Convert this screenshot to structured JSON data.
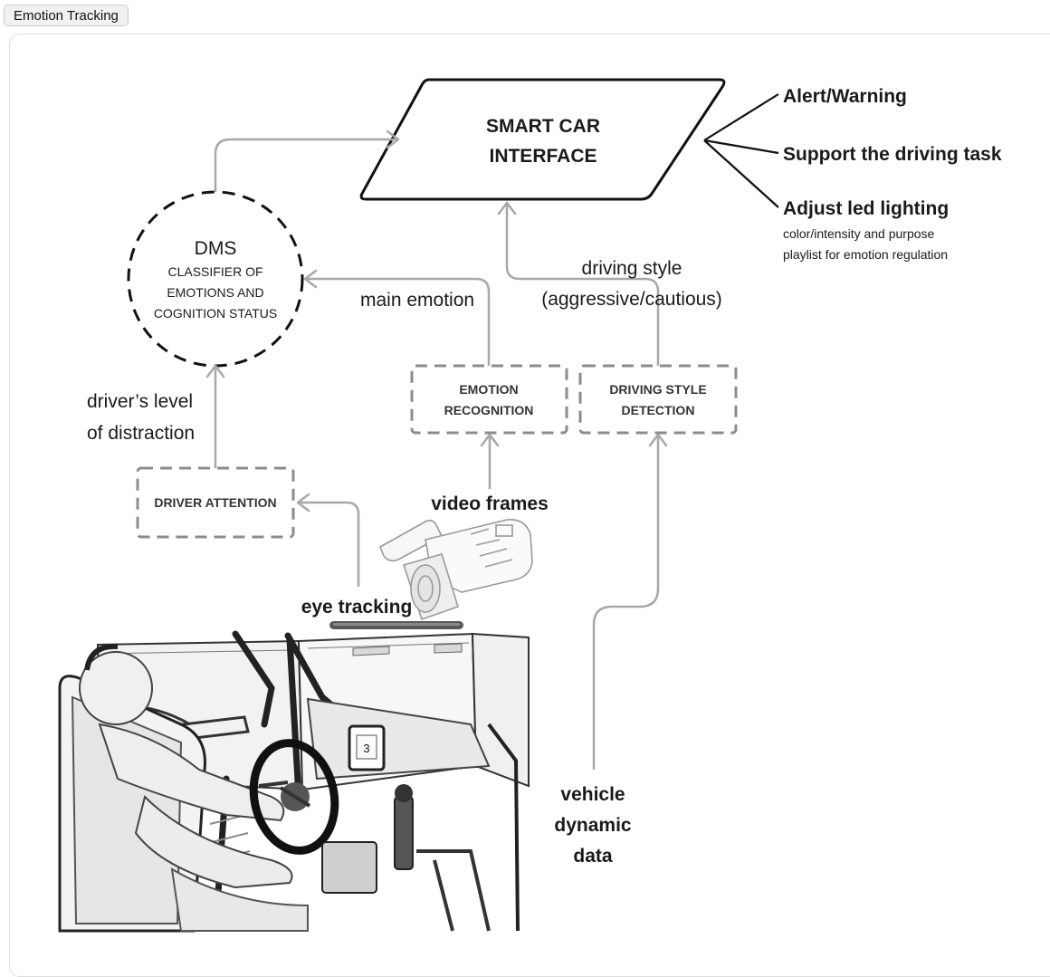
{
  "tab": {
    "label": "Emotion Tracking"
  },
  "diagram": {
    "interface": {
      "line1": "SMART CAR",
      "line2": "INTERFACE"
    },
    "outputs": {
      "alert": "Alert/Warning",
      "support": "Support the driving task",
      "adjust": "Adjust led lighting",
      "adjust_sub1": "color/intensity and purpose",
      "adjust_sub2": "playlist for emotion regulation"
    },
    "dms": {
      "title": "DMS",
      "line1": "CLASSIFIER OF",
      "line2": "EMOTIONS AND",
      "line3": "COGNITION STATUS"
    },
    "labels": {
      "main_emotion": "main emotion",
      "driving_style_1": "driving style",
      "driving_style_2": "(aggressive/cautious)",
      "distraction_1": "driver’s level",
      "distraction_2": "of distraction",
      "video_frames": "video frames",
      "eye_tracking": "eye tracking",
      "vehicle_1": "vehicle",
      "vehicle_2": "dynamic",
      "vehicle_3": "data"
    },
    "boxes": {
      "emotion_1": "EMOTION",
      "emotion_2": "RECOGNITION",
      "style_1": "DRIVING STYLE",
      "style_2": "DETECTION",
      "attention": "DRIVER ATTENTION"
    },
    "simulator": {
      "display_number": "3"
    }
  }
}
